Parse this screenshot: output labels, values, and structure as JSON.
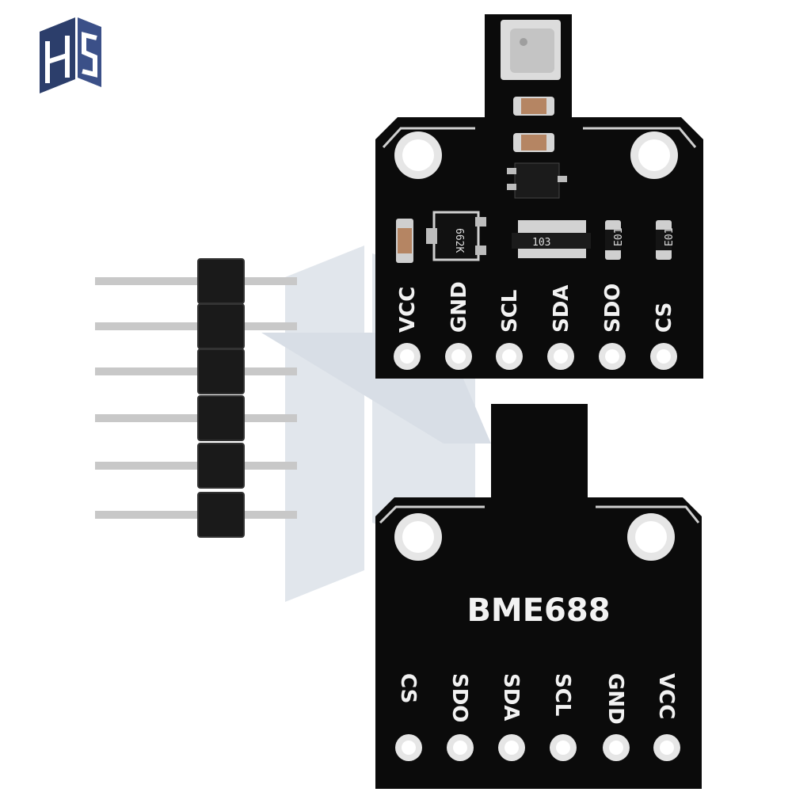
{
  "colors": {
    "pcb": "#0b0b0b",
    "silkscreen": "#f2f2f2",
    "pad": "#e6e6e6",
    "header_plastic": "#1a1a1a",
    "pin_metal": "#c8c8c8",
    "watermark": "#c9d2dd",
    "logo": "#2c3e6b"
  },
  "logo": {
    "text": "HS"
  },
  "front_board": {
    "pins": [
      "VCC",
      "GND",
      "SCL",
      "SDA",
      "SDO",
      "CS"
    ],
    "chip_markings": {
      "regulator": "662K",
      "resistor_array": "103",
      "resistor_1": "E01",
      "resistor_2": "E01"
    }
  },
  "back_board": {
    "title": "BME688",
    "pins": [
      "CS",
      "SDO",
      "SDA",
      "SCL",
      "GND",
      "VCC"
    ]
  }
}
